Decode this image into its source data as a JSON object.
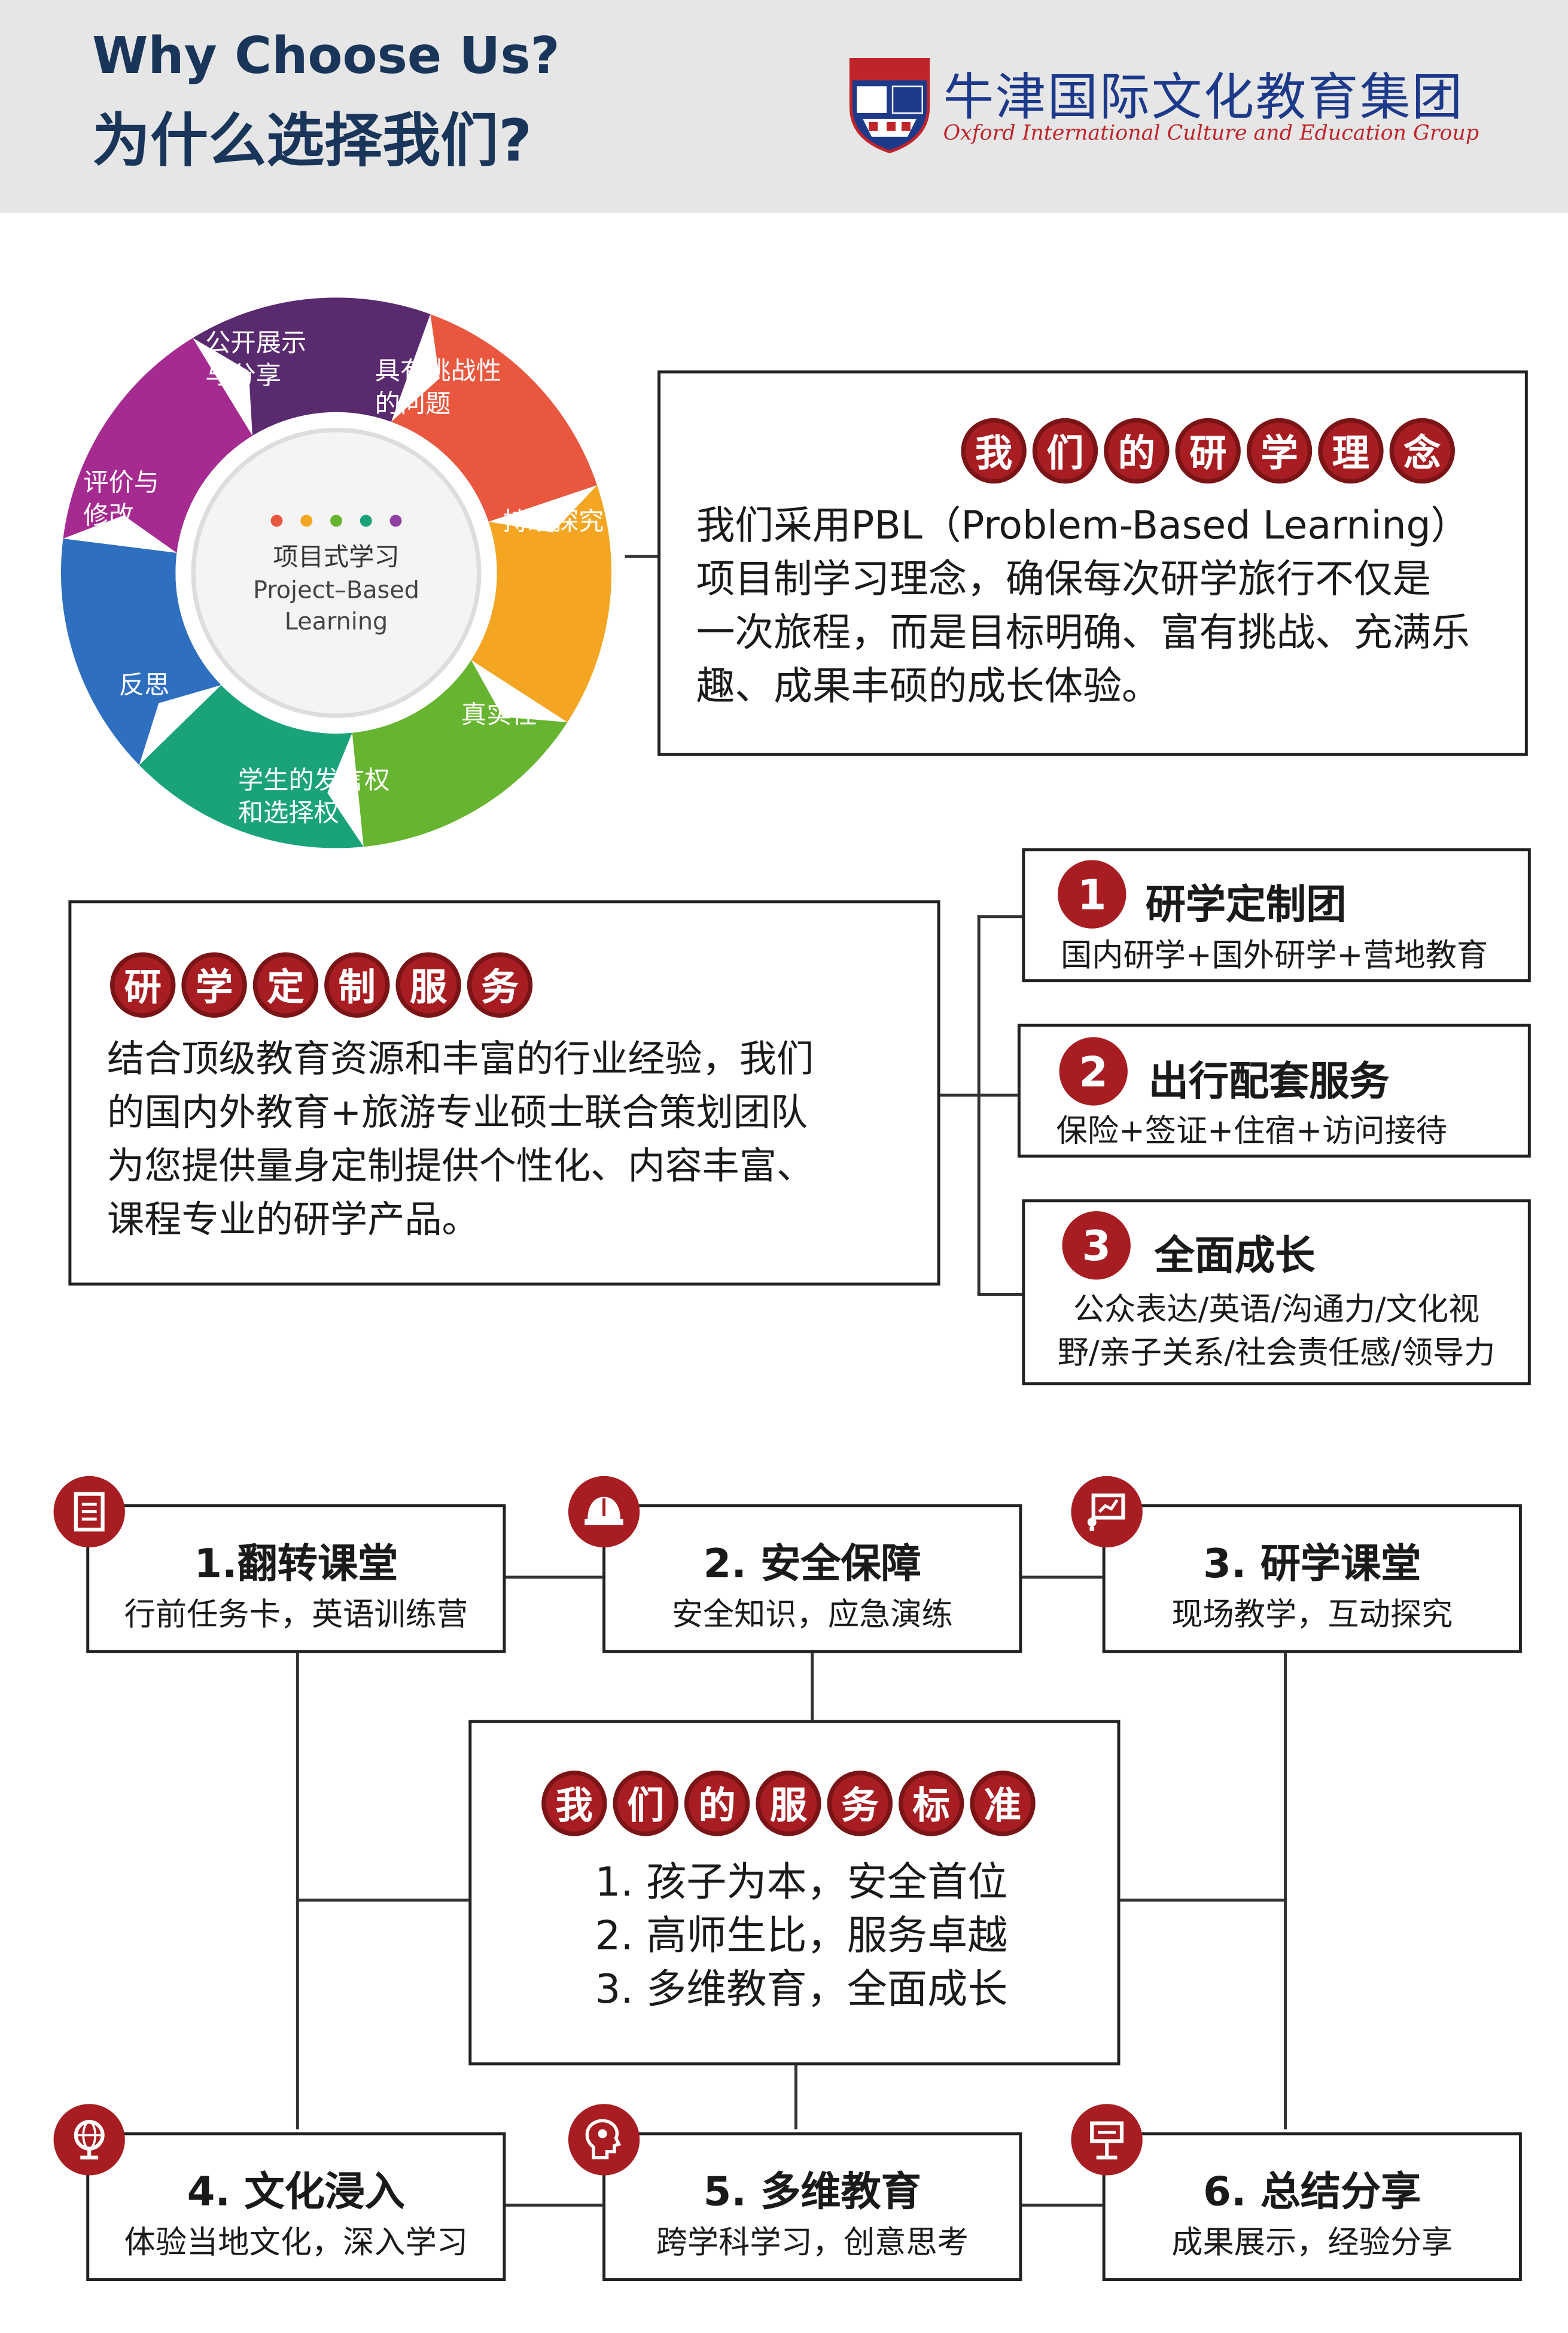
{
  "header": {
    "title_en": "Why Choose Us?",
    "title_cn": "为什么选择我们?",
    "logo_cn": "牛津国际文化教育集团",
    "logo_en": "Oxford International Culture and Education Group"
  },
  "wheel": {
    "center_cn": "项目式学习",
    "center_en_1": "Project–Based",
    "center_en_2": "Learning",
    "segments": [
      {
        "line1": "具有挑战性",
        "line2": "的问题",
        "color": "#e9573f"
      },
      {
        "line1": "持续探究",
        "line2": "",
        "color": "#f4a623"
      },
      {
        "line1": "真实性",
        "line2": "",
        "color": "#66b42f"
      },
      {
        "line1": "学生的发言权",
        "line2": "和选择权",
        "color": "#1aa37a"
      },
      {
        "line1": "反思",
        "line2": "",
        "color": "#2f6fc0"
      },
      {
        "line1": "评价与",
        "line2": "修改",
        "color": "#a52b90"
      },
      {
        "line1": "公开展示",
        "line2": "与分享",
        "color": "#5a2a6e"
      }
    ],
    "dots": [
      "#e9573f",
      "#f4a623",
      "#66b42f",
      "#1aa37a",
      "#8e3fa0"
    ]
  },
  "philosophy": {
    "chars": [
      "我",
      "们",
      "的",
      "研",
      "学",
      "理",
      "念"
    ],
    "lines": [
      "我们采用PBL（Problem-Based Learning）",
      "项目制学习理念，确保每次研学旅行不仅是",
      "一次旅程，而是目标明确、富有挑战、充满乐",
      "趣、成果丰硕的成长体验。"
    ]
  },
  "custom": {
    "chars": [
      "研",
      "学",
      "定",
      "制",
      "服",
      "务"
    ],
    "lines": [
      "结合顶级教育资源和丰富的行业经验，我们",
      "的国内外教育+旅游专业硕士联合策划团队",
      "为您提供量身定制提供个性化、内容丰富、",
      "课程专业的研学产品。"
    ],
    "items": [
      {
        "num": "1",
        "title": "研学定制团",
        "desc1": "国内研学+国外研学+营地教育",
        "desc2": ""
      },
      {
        "num": "2",
        "title": "出行配套服务",
        "desc1": "保险+签证+住宿+访问接待",
        "desc2": ""
      },
      {
        "num": "3",
        "title": "全面成长",
        "desc1": "公众表达/英语/沟通力/文化视",
        "desc2": "野/亲子关系/社会责任感/领导力"
      }
    ]
  },
  "standards": {
    "chars": [
      "我",
      "们",
      "的",
      "服",
      "务",
      "标",
      "准"
    ],
    "lines": [
      "1. 孩子为本，安全首位",
      "2. 高师生比，服务卓越",
      "3. 多维教育，全面成长"
    ],
    "cards": [
      {
        "title": "1.翻转课堂",
        "desc": "行前任务卡，英语训练营",
        "icon": "document-icon"
      },
      {
        "title": "2. 安全保障",
        "desc": "安全知识，应急演练",
        "icon": "helmet-icon"
      },
      {
        "title": "3. 研学课堂",
        "desc": "现场教学，互动探究",
        "icon": "presentation-icon"
      },
      {
        "title": "4. 文化浸入",
        "desc": "体验当地文化，深入学习",
        "icon": "globe-icon"
      },
      {
        "title": "5. 多维教育",
        "desc": "跨学科学习，创意思考",
        "icon": "head-idea-icon"
      },
      {
        "title": "6. 总结分享",
        "desc": "成果展示，经验分享",
        "icon": "lectern-icon"
      }
    ]
  },
  "colors": {
    "brand_red": "#a71d22",
    "navy": "#19365a"
  }
}
